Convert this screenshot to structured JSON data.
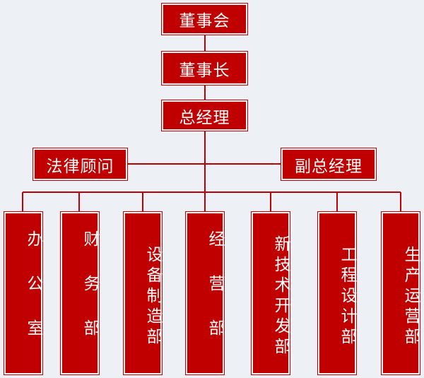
{
  "org": {
    "board": "董事会",
    "chairman": "董事长",
    "gm": "总经理",
    "legal": "法律顾问",
    "vice_gm": "副总经理",
    "departments": [
      "办公室",
      "财务部",
      "设备制造部",
      "经营部",
      "新技术开发部",
      "工程设计部",
      "生产运营部"
    ]
  },
  "colors": {
    "node_fill": "#c00000",
    "line": "#c00000",
    "text": "#ffffff",
    "background": "#edf1f5"
  }
}
